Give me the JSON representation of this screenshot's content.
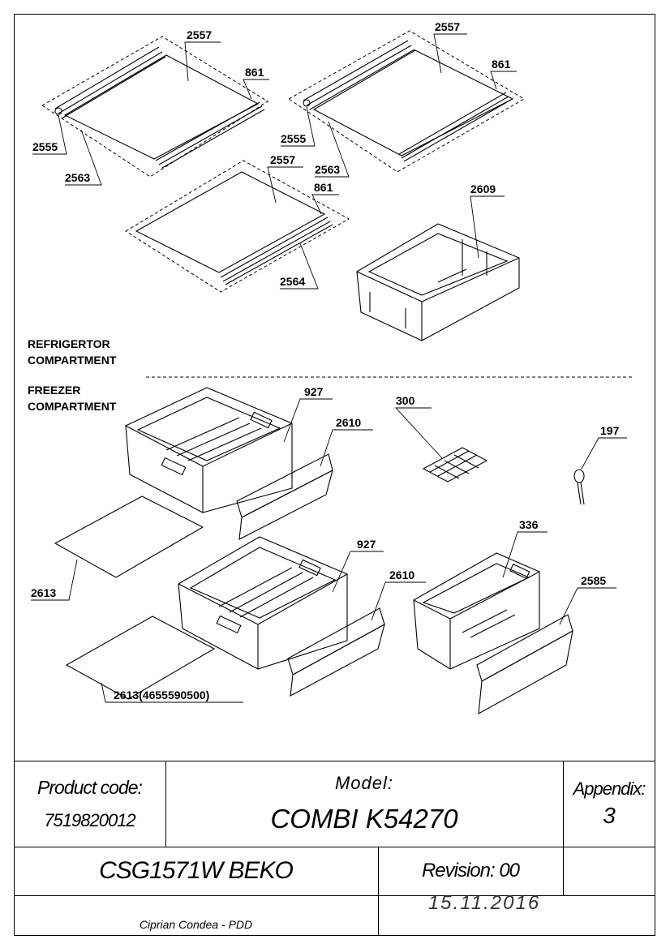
{
  "sections": {
    "refrigerator": [
      "REFRIGERTOR",
      "COMPARTMENT"
    ],
    "freezer": [
      "FREEZER",
      "COMPARTMENT"
    ]
  },
  "part_labels": {
    "shelf1_glass": "2557",
    "shelf1_trim": "861",
    "shelf1_profile": "2555",
    "shelf1_frame": "2563",
    "shelf2_glass": "2557",
    "shelf2_trim": "861",
    "shelf2_profile": "2555",
    "shelf2_frame": "2563",
    "shelf3_glass": "2557",
    "shelf3_trim": "861",
    "shelf3_frame": "2564",
    "crisper": "2609",
    "drawer1": "927",
    "drawer1_front": "2610",
    "ice_tray": "300",
    "spoon": "197",
    "glass1": "2613",
    "drawer2": "927",
    "drawer2_front": "2610",
    "drawer3": "336",
    "drawer3_front": "2585",
    "glass2": "2613(4655590500)"
  },
  "title_block": {
    "product_code_label": "Product code:",
    "product_code": "7519820012",
    "model_label": "Model:",
    "model": "COMBI K54270",
    "appendix_label": "Appendix:",
    "appendix": "3",
    "name": "CSG1571W BEKO",
    "revision": "Revision: 00",
    "author": "Ciprian Condea - PDD",
    "date": "15.11.2016"
  }
}
